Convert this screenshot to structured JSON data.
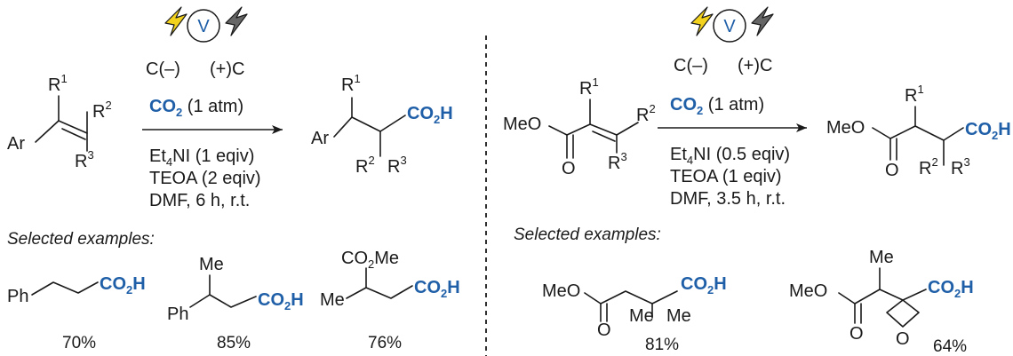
{
  "colors": {
    "ink": "#1a1a1a",
    "co2_blue": "#1f5fa8",
    "bolt_yellow": "#f2d21c",
    "bolt_gray": "#666666"
  },
  "icons": {
    "bolt_left": "lightning-bolt-yellow",
    "voltmeter": "circled-V",
    "bolt_right": "lightning-bolt-gray"
  },
  "left": {
    "voltmeter_letter": "V",
    "electrode_left": "C(–)",
    "electrode_right": "(+)C",
    "co2_label": "CO",
    "co2_sub": "2",
    "co2_pressure": " (1 atm)",
    "reagent1_a": "Et",
    "reagent1_sub": "4",
    "reagent1_b": "NI (1 eqiv)",
    "reagent2": "TEOA (2 eqiv)",
    "reagent3": "DMF, 6 h, r.t.",
    "reactant": {
      "ar": "Ar",
      "r1": "R",
      "r1_sup": "1",
      "r2": "R",
      "r2_sup": "2",
      "r3": "R",
      "r3_sup": "3"
    },
    "product": {
      "ar": "Ar",
      "r1": "R",
      "r1_sup": "1",
      "r2": "R",
      "r2_sup": "2",
      "r3": "R",
      "r3_sup": "3",
      "acid": "CO",
      "acid_sub": "2",
      "acid_h": "H"
    },
    "examples_heading": "Selected examples:",
    "examples": [
      {
        "ph": "Ph",
        "acid": "CO",
        "acid_sub": "2",
        "acid_h": "H",
        "yield": "70%"
      },
      {
        "ph": "Ph",
        "me": "Me",
        "acid": "CO",
        "acid_sub": "2",
        "acid_h": "H",
        "yield": "85%"
      },
      {
        "ester": "CO",
        "ester_sub": "2",
        "ester_me": "Me",
        "me": "Me",
        "acid": "CO",
        "acid_sub": "2",
        "acid_h": "H",
        "yield": "76%"
      }
    ]
  },
  "right": {
    "voltmeter_letter": "V",
    "electrode_left": "C(–)",
    "electrode_right": "(+)C",
    "co2_label": "CO",
    "co2_sub": "2",
    "co2_pressure": " (1 atm)",
    "reagent1_a": "Et",
    "reagent1_sub": "4",
    "reagent1_b": "NI (0.5 eqiv)",
    "reagent2": "TEOA (1 eqiv)",
    "reagent3": "DMF, 3.5 h, r.t.",
    "reactant": {
      "meo": "MeO",
      "o": "O",
      "r1": "R",
      "r1_sup": "1",
      "r2": "R",
      "r2_sup": "2",
      "r3": "R",
      "r3_sup": "3"
    },
    "product": {
      "meo": "MeO",
      "o": "O",
      "r1": "R",
      "r1_sup": "1",
      "r2": "R",
      "r2_sup": "2",
      "r3": "R",
      "r3_sup": "3",
      "acid": "CO",
      "acid_sub": "2",
      "acid_h": "H"
    },
    "examples_heading": "Selected examples:",
    "examples": [
      {
        "meo": "MeO",
        "o": "O",
        "me1": "Me",
        "me2": "Me",
        "acid": "CO",
        "acid_sub": "2",
        "acid_h": "H",
        "yield": "81%"
      },
      {
        "meo": "MeO",
        "o": "O",
        "me": "Me",
        "ring_o": "O",
        "acid": "CO",
        "acid_sub": "2",
        "acid_h": "H",
        "yield": "64%"
      }
    ]
  }
}
